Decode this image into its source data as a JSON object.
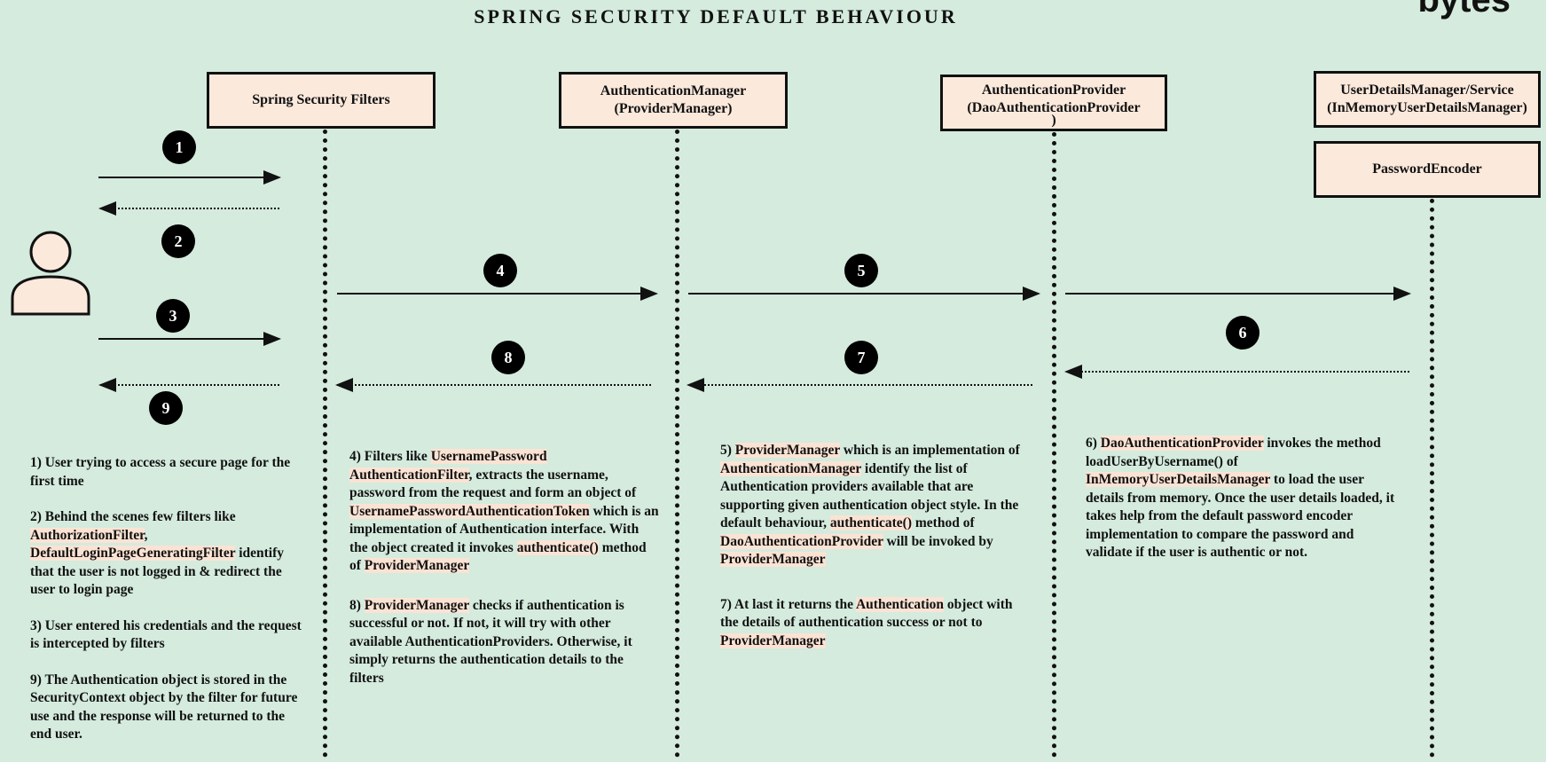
{
  "title": "SPRING SECURITY DEFAULT BEHAVIOUR",
  "brand": "bytes",
  "boxes": {
    "filters": "Spring Security Filters",
    "manager_line1": "AuthenticationManager",
    "manager_line2": "(ProviderManager)",
    "provider_line1": "AuthenticationProvider",
    "provider_line2": "(DaoAuthenticationProvider",
    "provider_line3": ")",
    "userdetails_line1": "UserDetailsManager/Service",
    "userdetails_line2": "(InMemoryUserDetailsManager)",
    "encoder": "PasswordEncoder"
  },
  "steps": [
    "1",
    "2",
    "3",
    "4",
    "5",
    "6",
    "7",
    "8",
    "9"
  ],
  "notes": {
    "n1": "1)    User trying to access a secure page for the first time",
    "n2_a": "2) Behind the scenes few filters like ",
    "n2_h1": "AuthorizationFilter",
    "n2_b": ", ",
    "n2_h2": "DefaultLoginPageGeneratingFilter",
    "n2_c": " identify that the user is not logged in & redirect the user to login page",
    "n3": "3) User entered his credentials and the request is intercepted by filters",
    "n9": "9) The Authentication object is stored in the SecurityContext object by the filter for future use and the response will be returned to the end user.",
    "n4_a": "4) Filters like ",
    "n4_h1": "UsernamePassword AuthenticationFilter",
    "n4_b": ", extracts the username, password from the request and form an object of ",
    "n4_h2": "UsernamePasswordAuthenticationToken",
    "n4_c": " which is an implementation of Authentication interface. With the object created it invokes ",
    "n4_h3": "authenticate()",
    "n4_d": " method of ",
    "n4_h4": "ProviderManager",
    "n8_h1": "ProviderManager",
    "n8_a": "8) ",
    "n8_b": " checks if authentication is successful or not. If not, it will try with other available AuthenticationProviders. Otherwise, it simply returns the authentication details to the filters",
    "n5_a": "5) ",
    "n5_h1": "ProviderManager",
    "n5_b": " which is an implementation of ",
    "n5_h2": "AuthenticationManager",
    "n5_c": " identify the list of Authentication providers available that are supporting given authentication object style. In the default behaviour, ",
    "n5_h3": "authenticate()",
    "n5_d": " method of ",
    "n5_h4": "DaoAuthenticationProvider",
    "n5_e": " will be invoked by ",
    "n5_h5": "ProviderManager",
    "n7_a": "7) At last it returns the ",
    "n7_h1": "Authentication",
    "n7_b": " object with the details of authentication success or not to ",
    "n7_h2": "ProviderManager",
    "n6_a": "6) ",
    "n6_h1": "DaoAuthenticationProvider",
    "n6_b": " invokes the method loadUserByUsername() of ",
    "n6_h2": "InMemoryUserDetailsManager",
    "n6_c": " to load the user details from memory. Once the user details loaded, it takes help from the default password encoder implementation to compare the password and validate if  the user is authentic or not."
  },
  "colors": {
    "background": "#d4ebde",
    "box_fill": "#fbe9dc",
    "highlight": "#fbe3d4",
    "ink": "#111111"
  }
}
